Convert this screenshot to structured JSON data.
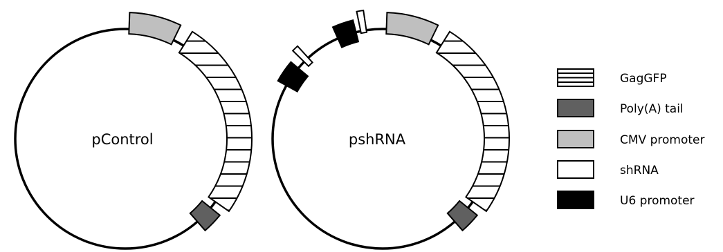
{
  "colors": {
    "backbone": "#000000",
    "cmv_promoter": "#bfbfbf",
    "polya_tail": "#606060",
    "u6_promoter": "#000000",
    "shrna": "#ffffff",
    "gaggfp_fill": "#ffffff",
    "outline": "#000000"
  },
  "plasmids": [
    {
      "id": "pcontrol",
      "label": "pControl"
    },
    {
      "id": "pshrna",
      "label": "pshRNA"
    }
  ],
  "legend": [
    {
      "key": "gaggfp",
      "label": "GagGFP",
      "pattern": "horizontal-stripes",
      "color": "#ffffff"
    },
    {
      "key": "polya",
      "label": "Poly(A) tail",
      "pattern": "solid",
      "color": "#606060"
    },
    {
      "key": "cmv",
      "label": "CMV promoter",
      "pattern": "solid",
      "color": "#bfbfbf"
    },
    {
      "key": "shrna",
      "label": "shRNA",
      "pattern": "solid",
      "color": "#ffffff"
    },
    {
      "key": "u6",
      "label": "U6 promoter",
      "pattern": "solid",
      "color": "#000000"
    }
  ]
}
